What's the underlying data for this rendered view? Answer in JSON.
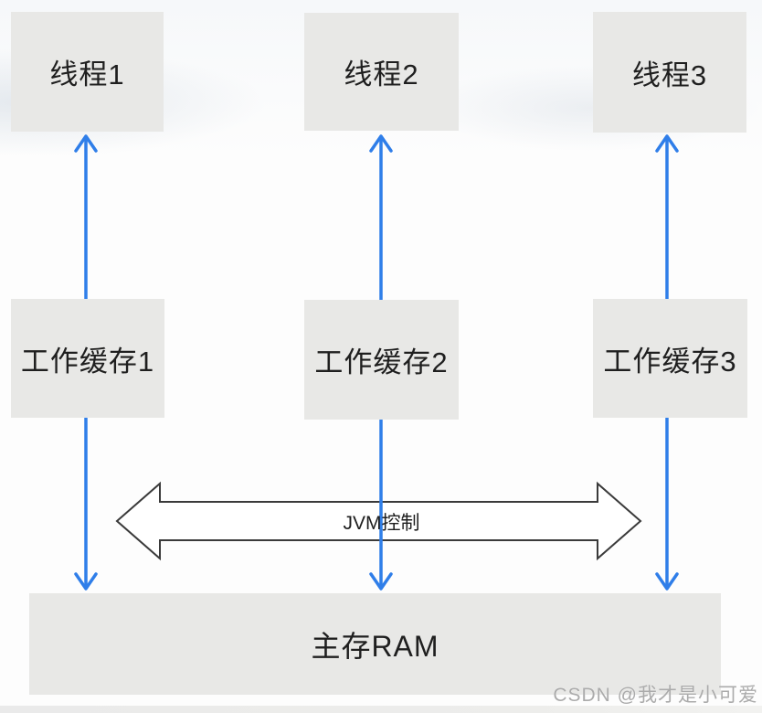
{
  "threads": [
    {
      "label": "线程1"
    },
    {
      "label": "线程2"
    },
    {
      "label": "线程3"
    }
  ],
  "work_caches": [
    {
      "label": "工作缓存1"
    },
    {
      "label": "工作缓存2"
    },
    {
      "label": "工作缓存3"
    }
  ],
  "main_memory": {
    "label": "主存RAM"
  },
  "jvm_control_arrow": {
    "label": "JVM控制"
  },
  "watermark": {
    "text": "CSDN @我才是小可爱"
  },
  "colors": {
    "box_fill": "#e8e8e6",
    "arrow_blue": "#2f7ee9",
    "arrow_outline": "#3a3a3a",
    "text": "#1f1f1f",
    "watermark_gray": "#ababab"
  }
}
